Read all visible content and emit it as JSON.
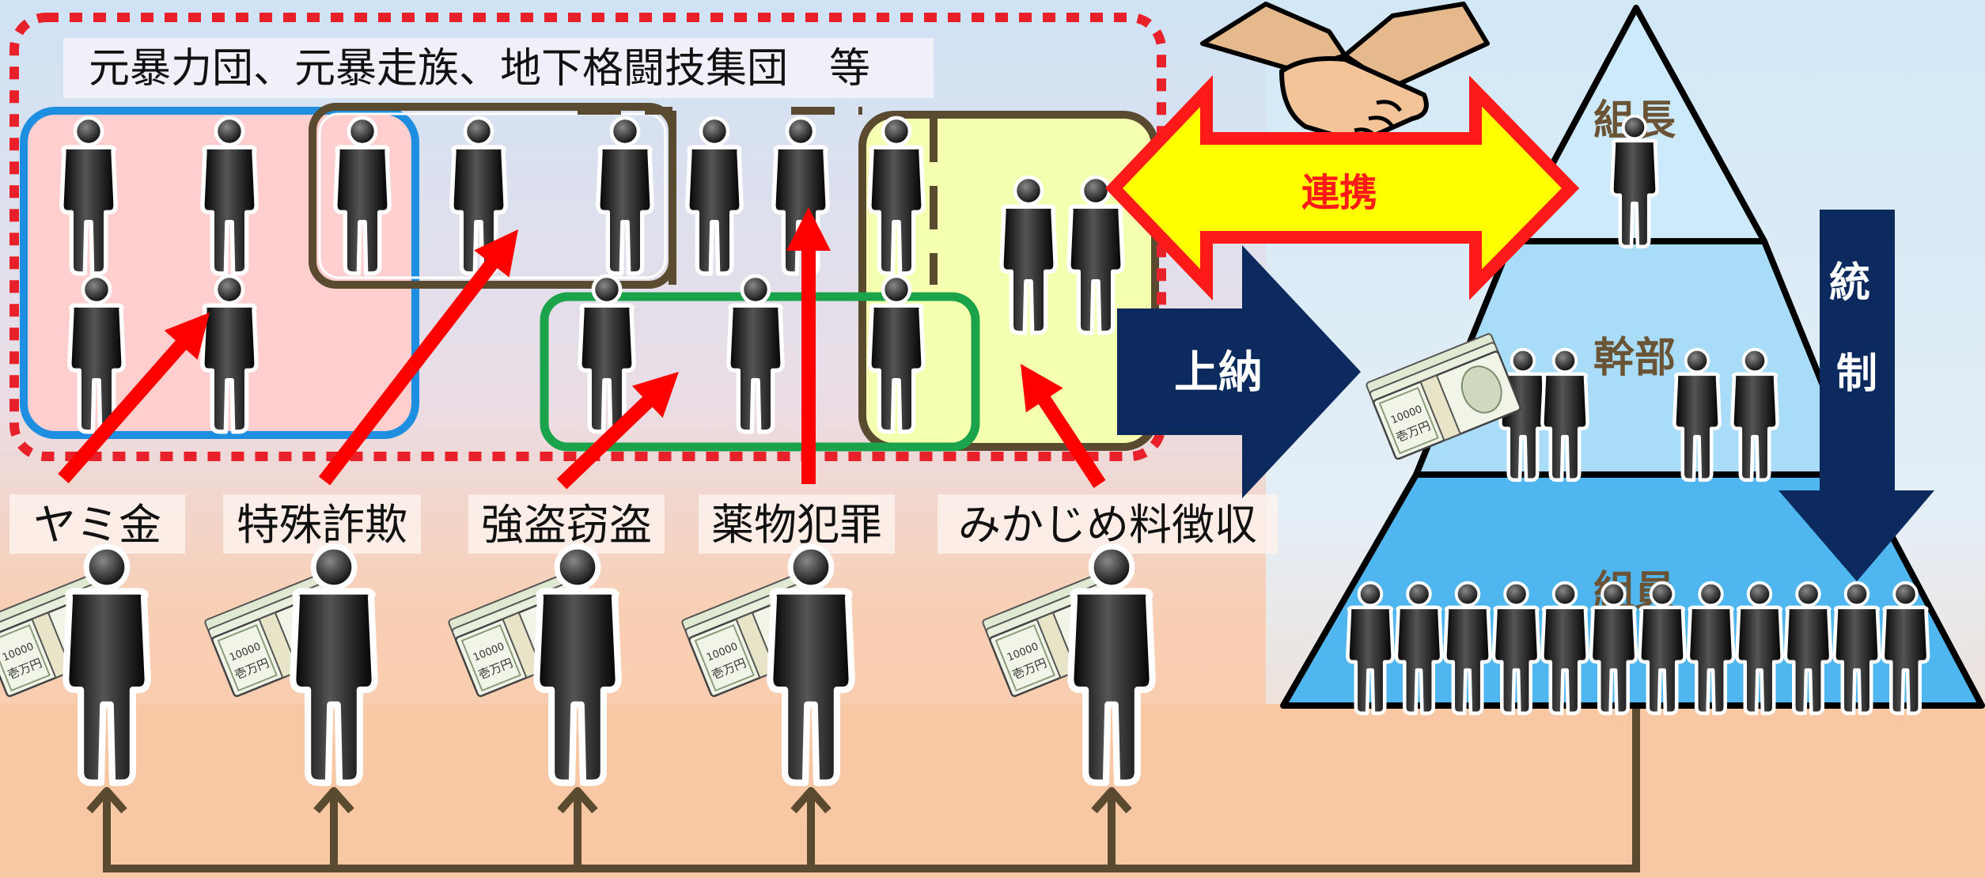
{
  "group_header": "元暴力団、元暴走族、地下格闘技集団　等",
  "crimes": [
    "ヤミ金",
    "特殊詐欺",
    "強盗窃盗",
    "薬物犯罪",
    "みかじめ料徴収"
  ],
  "alliance_label": "連携",
  "tribute_label": "上納",
  "control_label": "統\n制",
  "pyramid": {
    "top": "組長",
    "middle": "幹部",
    "bottom": "組員"
  },
  "money_text": "10000",
  "money_kanji": "壱万円",
  "colors": {
    "dotted_border": "#e8202a",
    "arrow_red": "#ff0000",
    "blue_group": "#1e8fe0",
    "green_group": "#1aa34a",
    "brown_group": "#5a4a30",
    "yellow_fill": "#f4ffb0",
    "pink_fill": "#ffcece",
    "navy": "#0d2a5e",
    "pyramid_dark": "#4fb6ef",
    "pyramid_light": "#a8dcf7"
  }
}
